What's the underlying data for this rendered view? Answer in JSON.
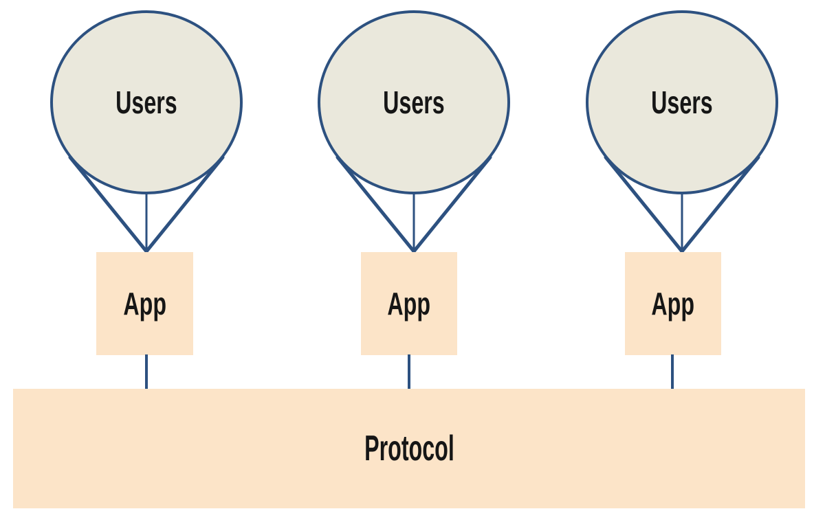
{
  "diagram": {
    "title": "users-app-protocol-architecture",
    "columns": [
      {
        "user_label": "Users",
        "app_label": "App"
      },
      {
        "user_label": "Users",
        "app_label": "App"
      },
      {
        "user_label": "Users",
        "app_label": "App"
      }
    ],
    "protocol_label": "Protocol",
    "colors": {
      "balloon_fill": "#eae8dc",
      "balloon_stroke": "#2d5180",
      "box_fill": "#fce4c8",
      "connector": "#2d5180",
      "label_text": "#161616",
      "background": "#ffffff"
    }
  }
}
